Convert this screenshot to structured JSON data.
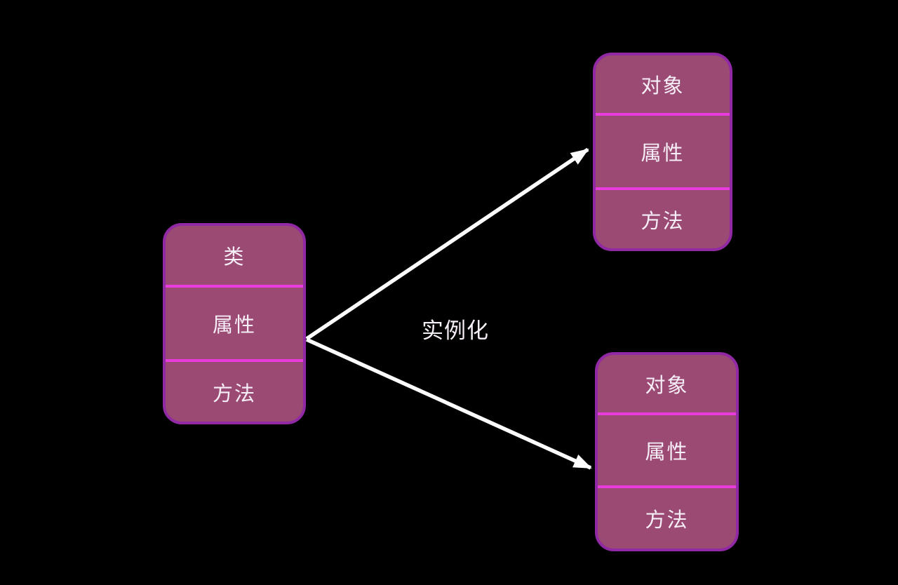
{
  "diagram": {
    "colors": {
      "background": "#000000",
      "box_fill": "#9b4a73",
      "box_border": "#9128a4",
      "divider_color": "#e93cdf",
      "text_color": "#f6eef6",
      "arrow_color": "#fcfcfc"
    },
    "class_box": {
      "title": "类",
      "rows": [
        "属性",
        "方法"
      ]
    },
    "object_box_top": {
      "title": "对象",
      "rows": [
        "属性",
        "方法"
      ]
    },
    "object_box_bottom": {
      "title": "对象",
      "rows": [
        "属性",
        "方法"
      ]
    },
    "edge_label": "实例化"
  }
}
